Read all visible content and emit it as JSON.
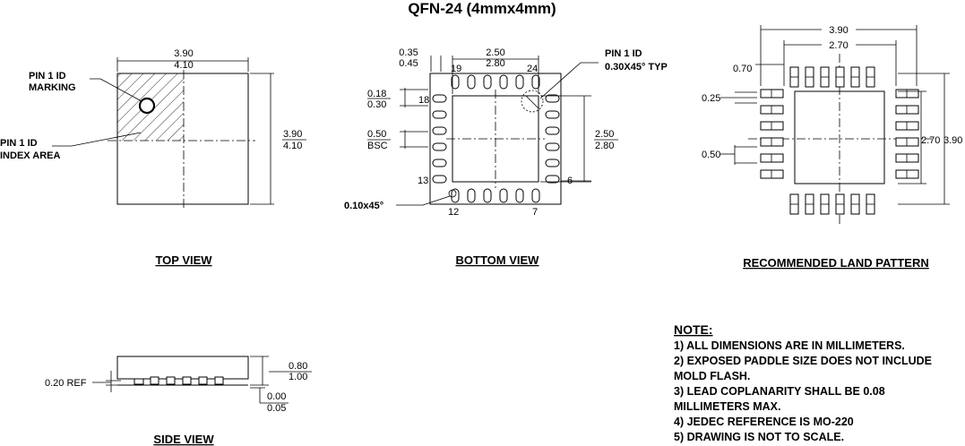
{
  "title": "QFN-24 (4mmx4mm)",
  "top_view": {
    "label": "TOP VIEW",
    "width_min": "3.90",
    "width_max": "4.10",
    "height_min": "3.90",
    "height_max": "4.10",
    "pin1_id_marking": [
      "PIN 1 ID",
      "MARKING"
    ],
    "pin1_index_area": [
      "PIN 1 ID",
      "INDEX AREA"
    ]
  },
  "bottom_view": {
    "label": "BOTTOM VIEW",
    "lead_length_min": "0.35",
    "lead_length_max": "0.45",
    "pad_min": "2.50",
    "pad_max": "2.80",
    "lead_width_min": "0.18",
    "lead_width_max": "0.30",
    "pitch": "0.50",
    "pitch_note": "BSC",
    "pad_side_min": "2.50",
    "pad_side_max": "2.80",
    "pin_numbers": {
      "p19": "19",
      "p24": "24",
      "p18": "18",
      "p13": "13",
      "p12": "12",
      "p7": "7",
      "p6": "6"
    },
    "chamfer": "0.10x45°",
    "pin1_id": "PIN 1 ID",
    "pin1_chamfer": "0.30X45° TYP"
  },
  "land_pattern": {
    "label": "RECOMMENDED LAND PATTERN",
    "outer": "3.90",
    "inner": "2.70",
    "pad_len": "0.70",
    "pad_w": "0.25",
    "pitch": "0.50",
    "side_inner": "2.70",
    "side_outer": "3.90"
  },
  "side_view": {
    "label": "SIDE VIEW",
    "ref": "0.20 REF",
    "h_min": "0.80",
    "h_max": "1.00",
    "standoff_min": "0.00",
    "standoff_max": "0.05"
  },
  "notes": {
    "heading": "NOTE:",
    "items": [
      "1) ALL DIMENSIONS ARE IN MILLIMETERS.",
      "2) EXPOSED PADDLE SIZE DOES NOT INCLUDE",
      "MOLD FLASH.",
      "3) LEAD COPLANARITY SHALL BE 0.08",
      "MILLIMETERS MAX.",
      "4) JEDEC REFERENCE IS MO-220",
      "5) DRAWING IS NOT TO SCALE."
    ]
  }
}
